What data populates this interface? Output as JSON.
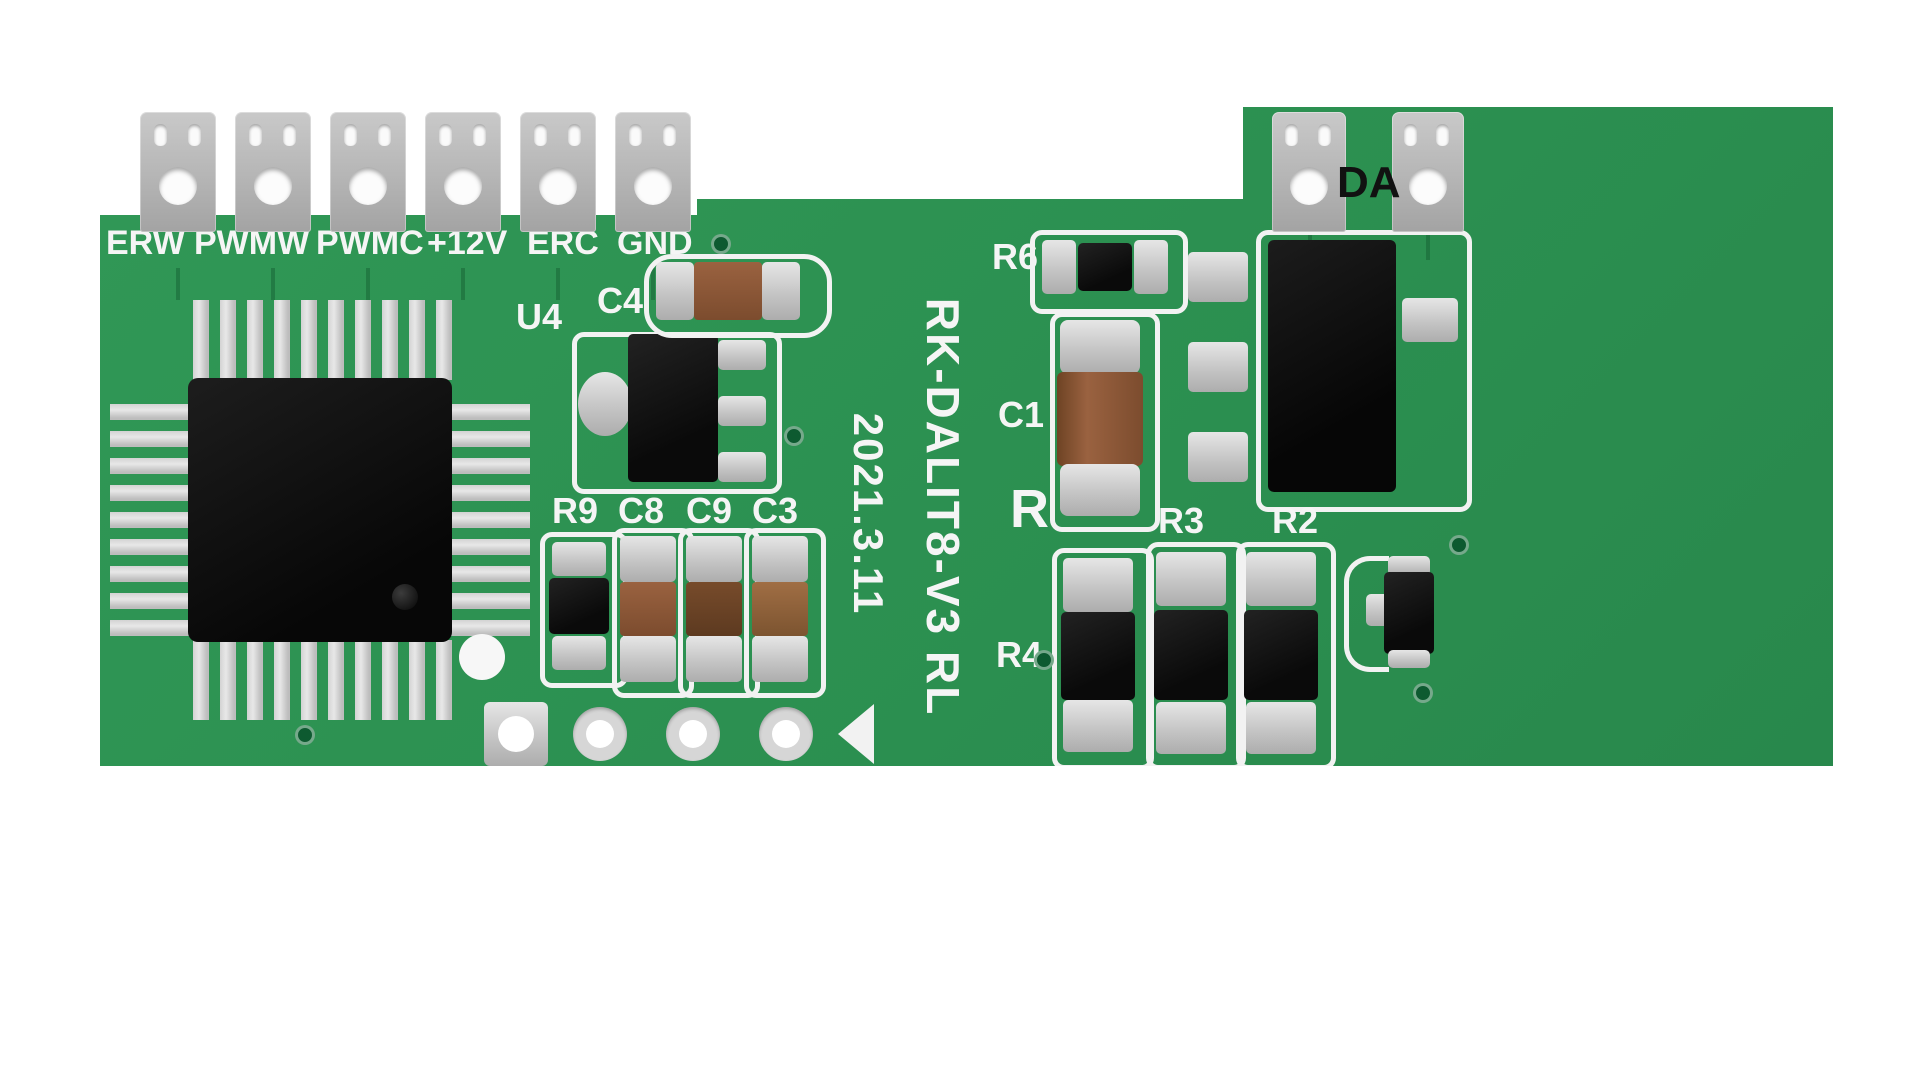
{
  "silkscreen": {
    "terminals": {
      "erw": "ERW",
      "pwmw": "PWMW",
      "pwmc": "PWMC",
      "v12": "+12V",
      "erc": "ERC",
      "gnd": "GND"
    },
    "right_terminal": "DA",
    "title": "RK-DALIT8-V3 RL",
    "date": "2021.3.11",
    "refs": {
      "u4": "U4",
      "c4": "C4",
      "r9": "R9",
      "c8": "C8",
      "c9": "C9",
      "c3": "C3",
      "r6": "R6",
      "c1": "C1",
      "r": "R",
      "r3": "R3",
      "r2": "R2",
      "r4": "R4"
    }
  },
  "colors": {
    "board_green": "#2b8f50",
    "silkscreen_white": "#f2f2f2",
    "pad_silver": "#c9c9c9",
    "ic_black": "#111111",
    "capacitor_brown": "#8a5a38",
    "connector_gray": "#bcbcbc",
    "background": "#ffffff"
  }
}
